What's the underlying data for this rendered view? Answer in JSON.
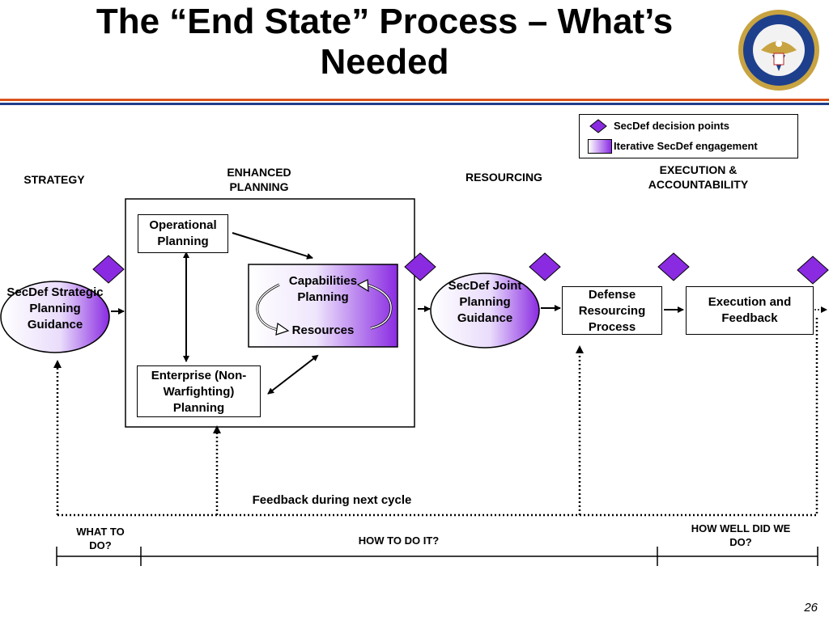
{
  "title": "The “End State” Process – What’s Needed",
  "seal_alt": "Department of Defense seal",
  "legend": {
    "decision_points": "SecDef decision points",
    "iterative_engagement": "Iterative SecDef engagement"
  },
  "phases": {
    "strategy": "STRATEGY",
    "enhanced_planning": "ENHANCED PLANNING",
    "resourcing": "RESOURCING",
    "execution": "EXECUTION & ACCOUNTABILITY"
  },
  "nodes": {
    "secdef_strategic": "SecDef Strategic Planning Guidance",
    "operational_planning": "Operational Planning",
    "capabilities_planning": "Capabilities Planning",
    "resources": "Resources",
    "enterprise_planning": "Enterprise (Non-Warfighting) Planning",
    "secdef_joint": "SecDef Joint Planning Guidance",
    "defense_resourcing": "Defense Resourcing Process",
    "execution_feedback": "Execution and Feedback"
  },
  "feedback_label": "Feedback during next cycle",
  "timeline": {
    "what": "WHAT TO DO?",
    "how": "HOW TO DO IT?",
    "how_well": "HOW WELL DID WE DO?"
  },
  "page_number": "26",
  "colors": {
    "purple": "#8a2be2",
    "orange_rule": "#d8541c",
    "blue_rule": "#1f3d8a"
  }
}
